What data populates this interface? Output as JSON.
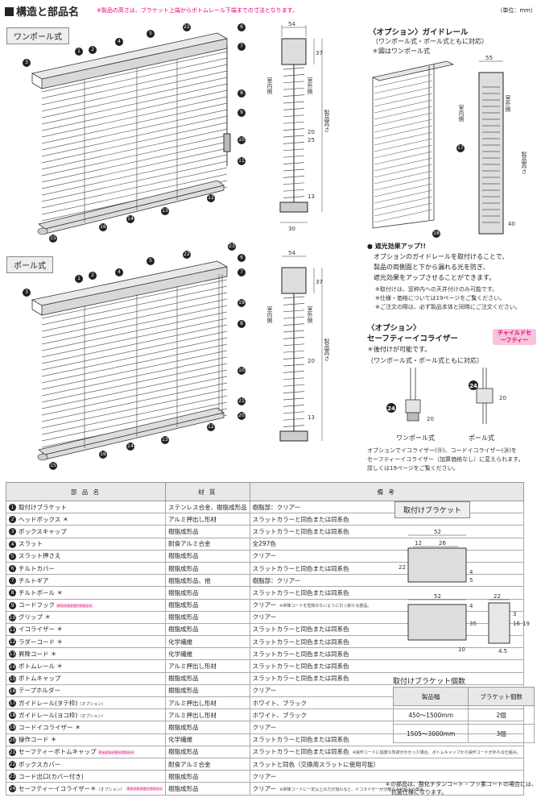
{
  "header": {
    "title": "構造と部品名",
    "note": "※製品の高さは、ブラケット上端からボトムレール下端までの寸法となります。",
    "unit": "（単位：mm）"
  },
  "figures": {
    "one_pole_label": "ワンポール式",
    "pole_label": "ポール式",
    "dims": {
      "d54": "54",
      "d37": "37",
      "d25": "25",
      "d20": "20",
      "d13": "13",
      "d30": "30",
      "d55": "55",
      "d40": "40"
    },
    "section_labels": {
      "indoor": "室内側",
      "outdoor": "室外側",
      "height": "製品高さ"
    },
    "markers": [
      "1",
      "2",
      "3",
      "4",
      "5",
      "6",
      "7",
      "8",
      "9",
      "10",
      "11",
      "12",
      "13",
      "14",
      "15",
      "16",
      "17",
      "18",
      "19",
      "20",
      "21",
      "22",
      "23",
      "24"
    ]
  },
  "guide_rail": {
    "heading": "〈オプション〉ガイドレール",
    "sub": "（ワンポール式・ポール式ともに対応）",
    "fig_note": "＊図はワンポール式",
    "point": "● 遮光効果アップ!!",
    "body": [
      "オプションのガイドレールを取付けることで、",
      "製品の両側面と下から漏れる光を防ぎ、",
      "遮光効果をアップさせることができます。"
    ],
    "notes": [
      "※取付けは、窓枠内への天井付けのみ可能です。",
      "※仕様・価格については19ページをご覧ください。",
      "※ご注文の際は、必ず製品本体と同時にご注文ください。"
    ]
  },
  "safety": {
    "heading": "〈オプション〉",
    "title": "セーフティーイコライザー",
    "badge": "チャイルドセーフティー",
    "after": "＊後付けが可能です。",
    "sub": "（ワンポール式・ポール式ともに対応）",
    "label_onepole": "ワンポール式",
    "label_pole": "ポール式",
    "note": [
      "オプションでイコライザー(⑲)、コードイコライザー(⑳)を",
      "セーフティーイコライザー（加算価格なし）に変えられます。",
      "詳しくは19ページをご覧ください。"
    ]
  },
  "parts_table": {
    "headers": [
      "部 品 名",
      "材 質",
      "備 考"
    ],
    "rows": [
      {
        "no": "1",
        "name": "取付けブラケット",
        "mat": "ステンレス合金、樹脂成形品",
        "note": "樹脂部：クリアー"
      },
      {
        "no": "2",
        "name": "ヘッドボックス ＊",
        "mat": "アルミ押出し形材",
        "note": "スラットカラーと同色または同系色"
      },
      {
        "no": "3",
        "name": "ボックスキャップ",
        "mat": "樹脂成形品",
        "note": "スラットカラーと同色または同系色"
      },
      {
        "no": "4",
        "name": "スラット",
        "mat": "耐食アルミ合金",
        "note": "全297色"
      },
      {
        "no": "5",
        "name": "スラット押さえ",
        "mat": "樹脂成形品",
        "note": "クリアー"
      },
      {
        "no": "6",
        "name": "チルトカバー",
        "mat": "樹脂成形品",
        "note": "スラットカラーと同色または同系色"
      },
      {
        "no": "7",
        "name": "チルトギア",
        "mat": "樹脂成形品、他",
        "note": "樹脂部：クリアー"
      },
      {
        "no": "8",
        "name": "チルトポール ＊",
        "mat": "樹脂成形品",
        "note": "スラットカラーと同色または同系色"
      },
      {
        "no": "9",
        "name": "コードフック",
        "mat": "樹脂成形品",
        "note": "クリアー",
        "note2": "※昇降コードを危険のないように引っ掛ける部品。",
        "badge": true
      },
      {
        "no": "10",
        "name": "グリップ ＊",
        "mat": "樹脂成形品",
        "note": "クリアー"
      },
      {
        "no": "11",
        "name": "イコライザー ＊",
        "mat": "樹脂成形品",
        "note": "スラットカラーと同色または同系色"
      },
      {
        "no": "12",
        "name": "ラダーコード ＊",
        "mat": "化学繊維",
        "note": "スラットカラーと同色または同系色"
      },
      {
        "no": "13",
        "name": "昇降コード ＊",
        "mat": "化学繊維",
        "note": "スラットカラーと同色または同系色"
      },
      {
        "no": "14",
        "name": "ボトムレール ＊",
        "mat": "アルミ押出し形材",
        "note": "スラットカラーと同色または同系色"
      },
      {
        "no": "15",
        "name": "ボトムキャップ",
        "mat": "樹脂成形品",
        "note": "スラットカラーと同色または同系色"
      },
      {
        "no": "16",
        "name": "テープホルダー",
        "mat": "樹脂成形品",
        "note": "クリアー"
      },
      {
        "no": "17",
        "name": "ガイドレール(タテ枠)",
        "opt": "（オプション）",
        "mat": "アルミ押出し形材",
        "note": "ホワイト、ブラック"
      },
      {
        "no": "18",
        "name": "ガイドレール(ヨコ枠)",
        "opt": "（オプション）",
        "mat": "アルミ押出し形材",
        "note": "ホワイト、ブラック"
      },
      {
        "no": "19",
        "name": "コードイコライザー ＊",
        "mat": "樹脂成形品",
        "note": "クリアー"
      },
      {
        "no": "20",
        "name": "操作コード ＊",
        "mat": "化学繊維",
        "note": "スラットカラーと同色または同系色"
      },
      {
        "no": "21",
        "name": "セーフティーボトムキャップ",
        "mat": "樹脂成形品",
        "note": "スラットカラーと同色または同系色",
        "note2": "※操作コードに過度な負荷がかかった場合、ボトムキャップから操作コードが外れる仕組み。",
        "badge": true
      },
      {
        "no": "22",
        "name": "ボックスカバー",
        "mat": "耐食アルミ合金",
        "note": "スラットと同色（交換用スラットに使用可能）"
      },
      {
        "no": "23",
        "name": "コード出口(カバー付き)",
        "mat": "樹脂成形品",
        "note": "クリアー"
      },
      {
        "no": "24",
        "name": "セーフティーイコライザー＊",
        "opt": "（オプション）",
        "mat": "樹脂成形品",
        "note": "クリアー",
        "note2": "※昇降コードに一定以上の力が加わると、イコライザーが分離する仕組みの部品。",
        "badge": true
      }
    ]
  },
  "bracket": {
    "label": "取付けブラケット",
    "dims_top": {
      "w52": "52",
      "w12": "12",
      "w26": "26",
      "h22": "22",
      "h4": "4",
      "h5": "5"
    },
    "dims_bottom": {
      "w52": "52",
      "w22": "22",
      "h4": "4",
      "h35": "35",
      "h10": "10",
      "h3": "3",
      "h16": "16",
      "h19": "19",
      "h4_5": "4.5"
    }
  },
  "qty": {
    "title": "取付けブラケット個数",
    "headers": [
      "製品幅",
      "ブラケット個数"
    ],
    "rows": [
      {
        "w": "450〜1500mm",
        "n": "2個"
      },
      {
        "w": "1505〜3000mm",
        "n": "3個"
      }
    ]
  },
  "footnote": [
    "＊の部品は、酸化チタンコート・フッ素コートの場合には、",
    "抗菌仕様になります。"
  ]
}
